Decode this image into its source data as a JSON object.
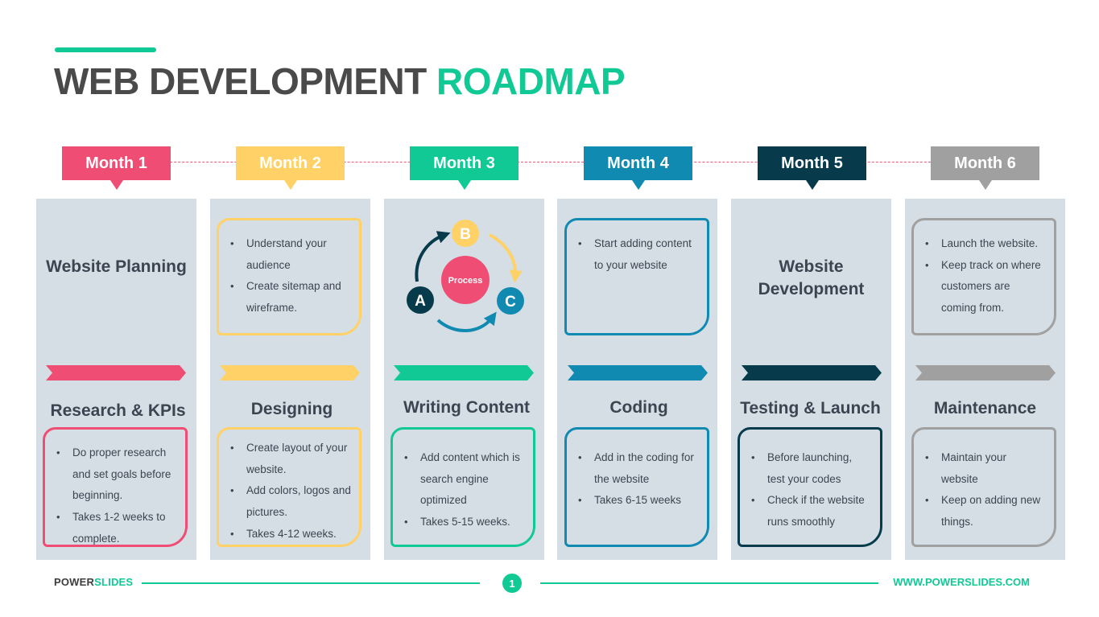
{
  "title": {
    "part1": "WEB DEVELOPMENT",
    "part2": "ROADMAP"
  },
  "colors": {
    "accent": "#10c995",
    "dash": "#ef5778"
  },
  "months": [
    {
      "label": "Month 1",
      "color": "#ef4d73",
      "phase": "Research & KPIs",
      "top_title": "Website Planning",
      "bottom_items": [
        "Do proper research and set goals before beginning.",
        "Takes 1-2 weeks to complete."
      ]
    },
    {
      "label": "Month 2",
      "color": "#ffd166",
      "phase": "Designing",
      "top_items": [
        "Understand your audience",
        "Create sitemap and wireframe."
      ],
      "bottom_items": [
        "Create layout of your website.",
        "Add colors, logos and pictures.",
        "Takes 4-12 weeks."
      ]
    },
    {
      "label": "Month 3",
      "color": "#10c995",
      "phase": "Writing Content",
      "cycle": {
        "center": "Process",
        "a": "A",
        "b": "B",
        "c": "C"
      },
      "bottom_items": [
        "Add content which is search engine optimized",
        "Takes 5-15 weeks."
      ]
    },
    {
      "label": "Month 4",
      "color": "#118ab2",
      "phase": "Coding",
      "top_items": [
        "Start adding content to your website"
      ],
      "bottom_items": [
        "Add in the coding for the website",
        "Takes 6-15 weeks"
      ]
    },
    {
      "label": "Month 5",
      "color": "#073b4c",
      "phase": "Testing & Launch",
      "top_title": "Website Development",
      "bottom_items": [
        "Before launching, test your codes",
        "Check if the website runs smoothly"
      ]
    },
    {
      "label": "Month 6",
      "color": "#a0a0a0",
      "phase": "Maintenance",
      "top_items": [
        "Launch the website.",
        "Keep track on where customers are coming from."
      ],
      "bottom_items": [
        "Maintain your website",
        "Keep on adding new things."
      ]
    }
  ],
  "footer": {
    "brand_dark": "POWER",
    "brand_accent": "SLIDES",
    "page": "1",
    "url": "WWW.POWERSLIDES.COM"
  }
}
